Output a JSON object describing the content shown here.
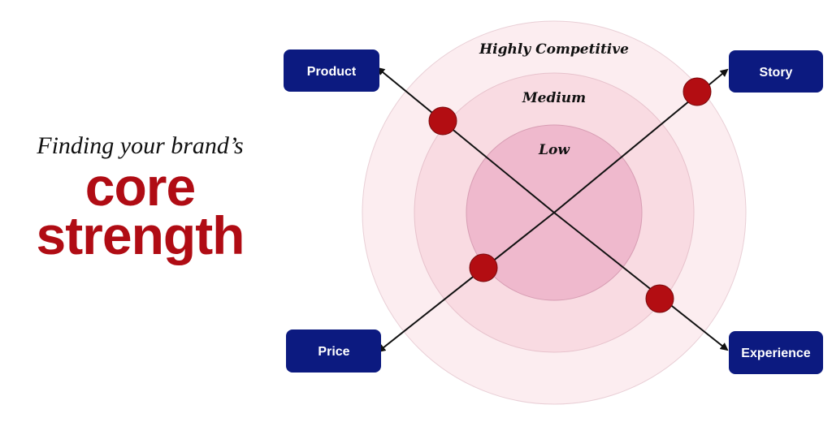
{
  "headline": {
    "subtitle": "Finding your brand’s",
    "line1": "core",
    "line2": "strength"
  },
  "zones": {
    "outer": "Highly Competitive",
    "middle": "Medium",
    "inner": "Low"
  },
  "boxes": {
    "product": "Product",
    "story": "Story",
    "price": "Price",
    "experience": "Experience"
  },
  "colors": {
    "zone_outer": "#fcedf0",
    "zone_middle": "#f9dbe2",
    "zone_inner": "#efb9cd",
    "box_fill": "#0c1a80",
    "marker": "#b30d12",
    "headline_accent": "#b00c14"
  }
}
